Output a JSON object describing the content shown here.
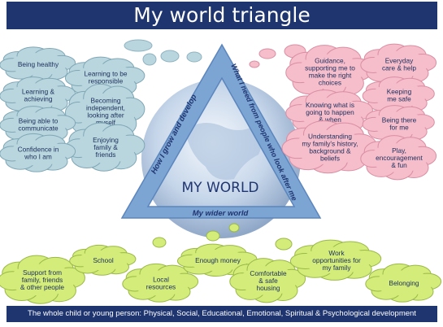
{
  "title": "My world triangle",
  "footer": "The whole child or young person: Physical, Social, Educational, Emotional, Spiritual & Psychological development",
  "triangle": {
    "center_label": "MY WORLD",
    "left_side": "How I grow and develop",
    "right_side": "What I need from people who look after me",
    "bottom_side": "My wider world"
  },
  "colors": {
    "title_bar": "#1f3570",
    "left_clouds": "#b9d6de",
    "right_clouds": "#f6bdcb",
    "bottom_clouds": "#d3ec7a",
    "triangle": "#7da5d3"
  },
  "left_clouds": [
    {
      "lines": [
        "Being healthy"
      ]
    },
    {
      "lines": [
        "Learning to be",
        "responsible"
      ]
    },
    {
      "lines": [
        "Learning &",
        "achieving"
      ]
    },
    {
      "lines": [
        "Becoming",
        "independent,",
        "looking after",
        "myself"
      ]
    },
    {
      "lines": [
        "Being able to",
        "communicate"
      ]
    },
    {
      "lines": [
        "Enjoying",
        "family &",
        "friends"
      ]
    },
    {
      "lines": [
        "Confidence in",
        "who I am"
      ]
    }
  ],
  "right_clouds": [
    {
      "lines": [
        "Guidance,",
        "supporting me to",
        "make the right",
        "choices"
      ]
    },
    {
      "lines": [
        "Everyday",
        "care & help"
      ]
    },
    {
      "lines": [
        "Keeping",
        "me safe"
      ]
    },
    {
      "lines": [
        "Knowing what is",
        "going to happen",
        "& when"
      ]
    },
    {
      "lines": [
        "Being there",
        "for me"
      ]
    },
    {
      "lines": [
        "Understanding",
        "my family's history,",
        "background &",
        "beliefs"
      ]
    },
    {
      "lines": [
        "Play,",
        "encouragement",
        "& fun"
      ]
    }
  ],
  "bottom_clouds": [
    {
      "lines": [
        "Support from",
        "family, friends",
        "& other people"
      ]
    },
    {
      "lines": [
        "School"
      ]
    },
    {
      "lines": [
        "Local",
        "resources"
      ]
    },
    {
      "lines": [
        "Enough money"
      ]
    },
    {
      "lines": [
        "Comfortable",
        "& safe",
        "housing"
      ]
    },
    {
      "lines": [
        "Work",
        "opportunities for",
        "my family"
      ]
    },
    {
      "lines": [
        "Belonging"
      ]
    }
  ]
}
